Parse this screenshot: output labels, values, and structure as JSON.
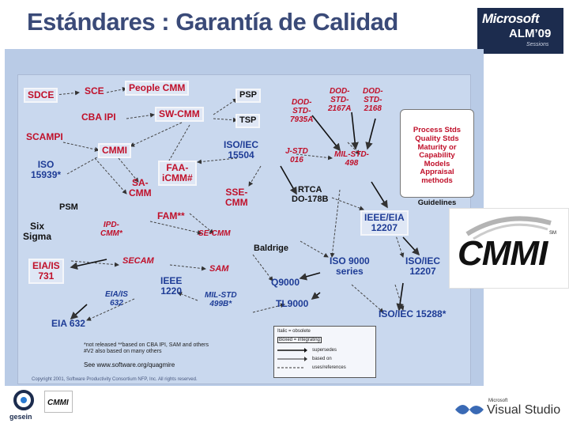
{
  "slide": {
    "title": "Estándares : Garantía de Calidad",
    "brand": {
      "l1": "Microsoft",
      "l2": "ALM’09",
      "l3": "Sessions"
    }
  },
  "nodes": {
    "sdce": "SDCE",
    "sce": "SCE",
    "people_cmm": "People CMM",
    "psp": "PSP",
    "tsp": "TSP",
    "cba_ipi": "CBA IPI",
    "sw_cmm": "SW-CMM",
    "scampi": "SCAMPI",
    "cmmi": "CMMI",
    "iso_15939": "ISO\n15939*",
    "iso_15504": "ISO/IEC\n15504",
    "faa_icmm": "FAA-\niCMM#",
    "sa_cmm": "SA-\nCMM",
    "psm": "PSM",
    "sse_cmm": "SSE-\nCMM",
    "six_sigma": "Six\nSigma",
    "ipd_cmm": "IPD-\nCMM*",
    "fam": "FAM**",
    "se_cmm": "SE-CMM",
    "dod_7935a": "DOD-\nSTD-\n7935A",
    "dod_2167a": "DOD-\nSTD-\n2167A",
    "dod_2168": "DOD-\nSTD-\n2168",
    "j_std_016": "J-STD\n016",
    "mil_std_498": "MIL-STD-\n498",
    "rtca": "RTCA\nDO-178B",
    "process_stds": "Process Stds\nQuality Stds\nMaturity or\nCapability\nModels\nAppraisal\nmethods",
    "guidelines": "Guidelines",
    "ieee_eia": "IEEE/EIA\n12207",
    "baldrige": "Baldrige",
    "eia_is_731": "EIA/IS\n731",
    "secam": "SECAM",
    "sam": "SAM",
    "iso_9000": "ISO 9000\nseries",
    "iso_iec_12207": "ISO/IEC\n12207",
    "q9000": "Q9000",
    "eia_is_632": "EIA/IS\n632",
    "ieee_1220": "IEEE\n1220",
    "mil_std_499b": "MIL-STD\n499B*",
    "tl9000": "TL9000",
    "iso_15288": "ISO/IEC 15288*",
    "eia_632": "EIA 632"
  },
  "legend": {
    "row1": "Italic = obsolete",
    "row2": "Boxed = integrating",
    "row3": "supersedes",
    "row4": "based on",
    "row5": "uses/references"
  },
  "notes": {
    "line1": "*not released   **based on CBA IPI, SAM and others",
    "line2": "#V2 also based on many others",
    "see": "See www.software.org/quagmire",
    "copyright": "Copyright 2001, Software Productivity Consortium NFP, Inc. All rights reserved."
  },
  "logos": {
    "cmmi_big": "CMMI",
    "cmmi_big_tm": "SM",
    "cmmi_small": "CMMI",
    "gesein": "gesein",
    "vs_small": "Microsoft",
    "vs_big": "Visual Studio"
  }
}
